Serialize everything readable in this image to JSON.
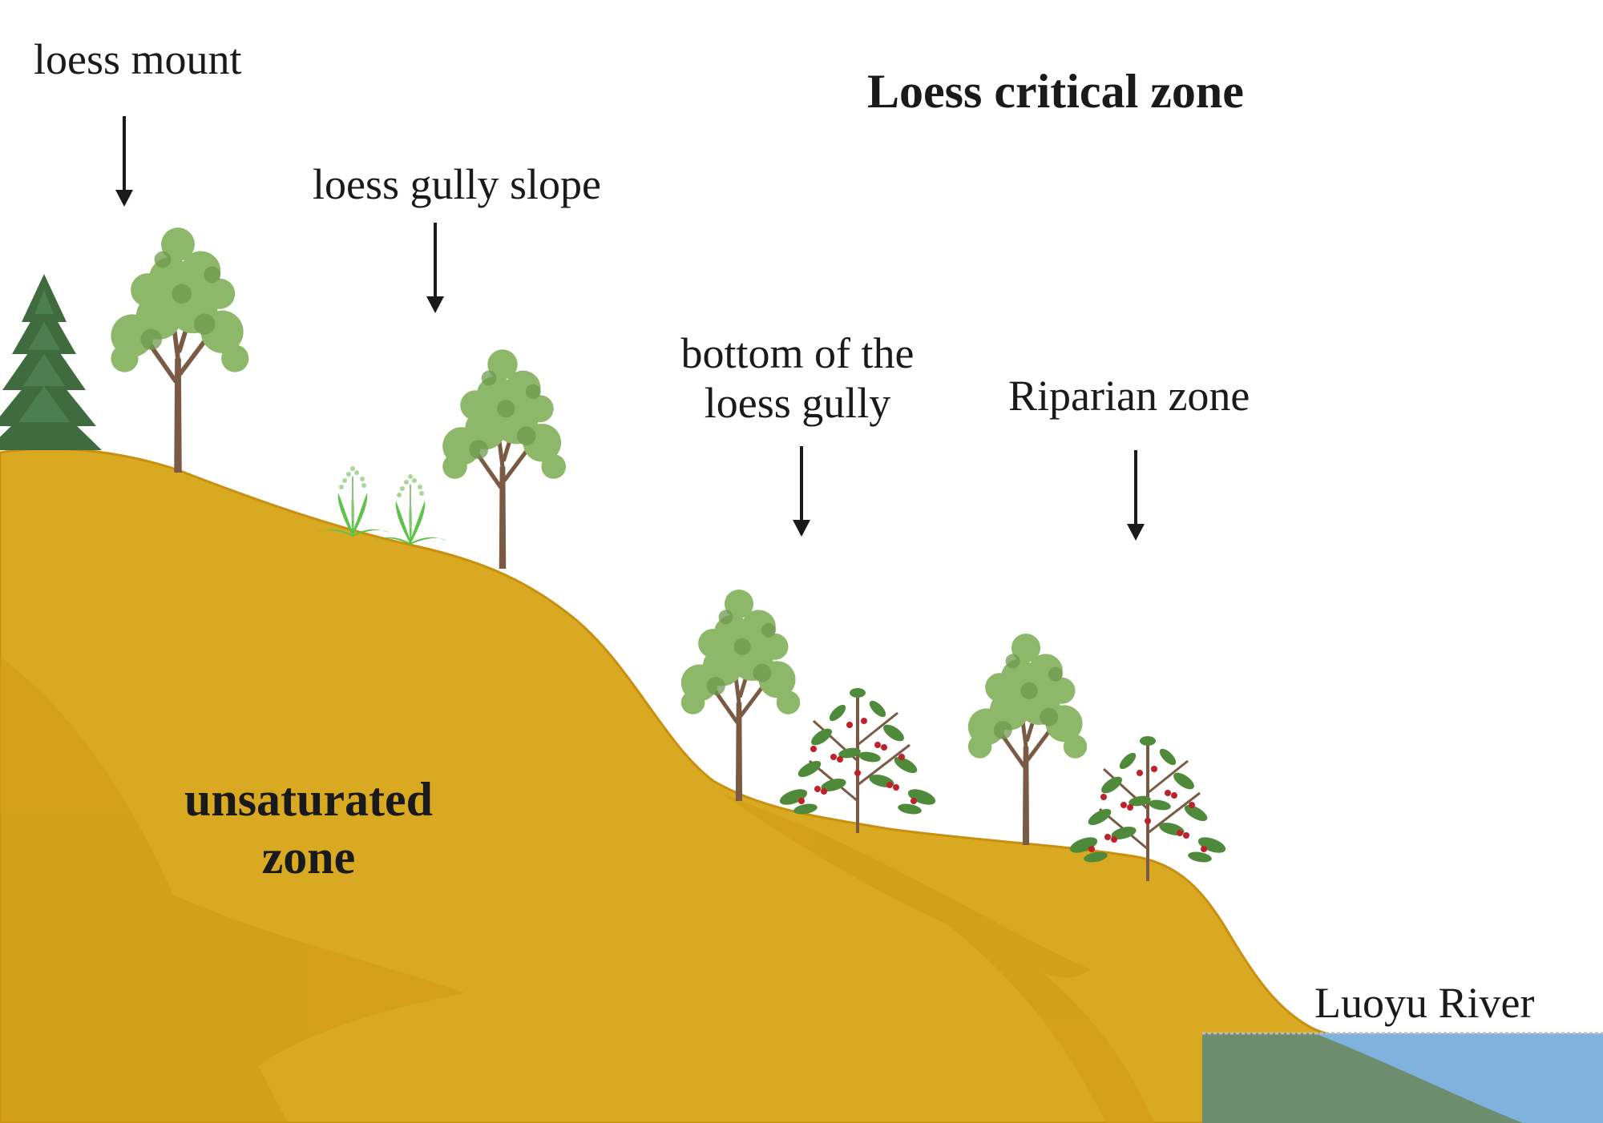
{
  "title": "Loess critical zone",
  "labels": {
    "loess_mount": "loess mount",
    "loess_gully_slope": "loess gully slope",
    "bottom_of_gully_line1": "bottom of the",
    "bottom_of_gully_line2": "loess gully",
    "riparian_zone": "Riparian zone",
    "river": "Luoyu River"
  },
  "zone_label": {
    "line1": "unsaturated",
    "line2": "zone"
  },
  "colors": {
    "loess_fill": "#d9a921",
    "loess_shadow": "#cf9a14",
    "loess_edge": "#c98f0e",
    "water": "#7fb3dd",
    "groundwater": "#6e8c6e",
    "tree_foliage": "#8db86a",
    "tree_foliage_dark": "#6f9a4f",
    "conifer": "#3f6b3f",
    "trunk": "#7a5a44",
    "shrub_leaf": "#4f8a3a",
    "berry": "#c0202a",
    "grass": "#5fc24a",
    "arrow": "#1a1a1a"
  },
  "icons": {
    "conifer": "conifer-tree-icon",
    "broadleaf": "broadleaf-tree-icon",
    "shrub": "berry-shrub-icon",
    "grass": "grass-tuft-icon",
    "arrow": "down-arrow-icon"
  }
}
